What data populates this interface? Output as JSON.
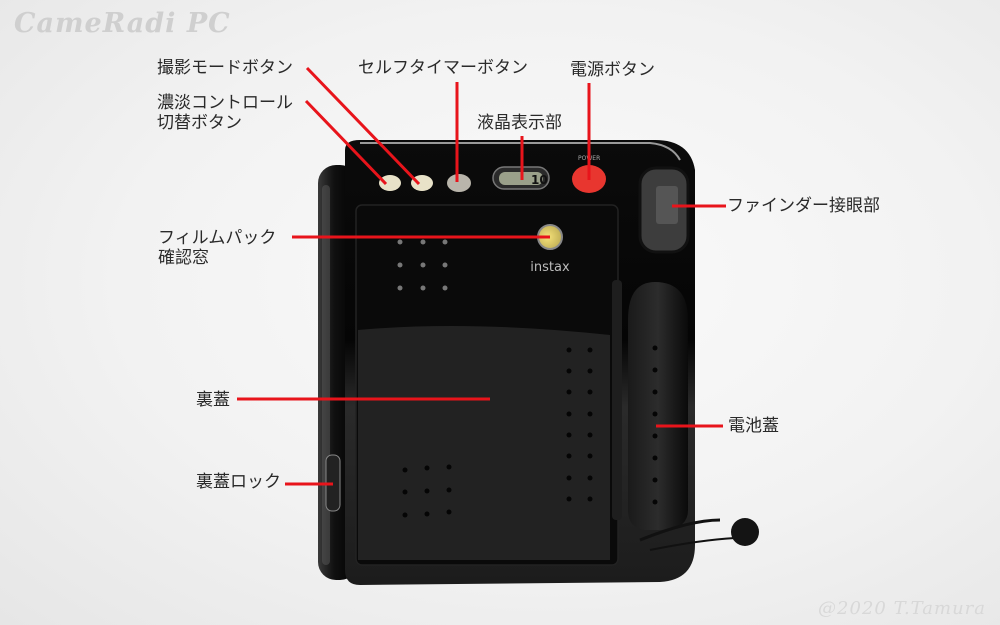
{
  "watermark": {
    "site": "CameRadi PC",
    "copyright": "@2020 T.Tamura"
  },
  "camera": {
    "lcd_counter": "10",
    "power_label": "POWER",
    "brand_logo": "instax",
    "button_colors": {
      "mode": "#e8e2c8",
      "density": "#e8e2c8",
      "self_timer": "#b9b5ab",
      "power": "#e8362f"
    }
  },
  "callouts": {
    "mode_button": "撮影モードボタン",
    "density_toggle": "濃淡コントロール\n切替ボタン",
    "self_timer_button": "セルフタイマーボタン",
    "lcd_display": "液晶表示部",
    "power_button": "電源ボタン",
    "viewfinder": "ファインダー接眼部",
    "film_window": "フィルムパック\n確認窓",
    "back_cover": "裏蓋",
    "back_cover_lock": "裏蓋ロック",
    "battery_cover": "電池蓋"
  },
  "accent_color": "#e8141b"
}
